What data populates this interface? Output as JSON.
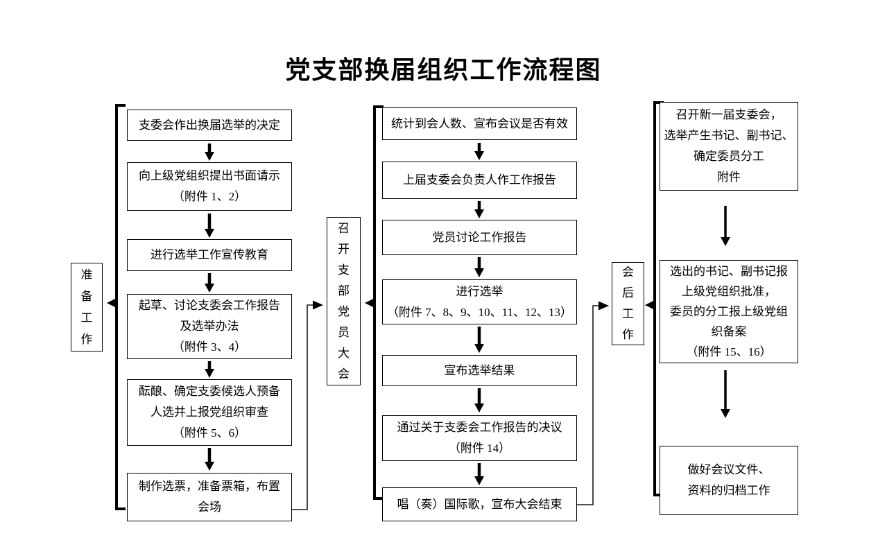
{
  "title": "党支部换届组织工作流程图",
  "colors": {
    "ink": "#000000",
    "background": "#ffffff"
  },
  "stages": {
    "prepare": {
      "label": "准\n备\n工\n作"
    },
    "meeting": {
      "label": "召\n开\n支\n部\n党\n员\n大\n会"
    },
    "after": {
      "label": "会\n后\n工\n作"
    }
  },
  "columns": {
    "prepare_steps": [
      "支委会作出换届选举的决定",
      "向上级党组织提出书面请示\n（附件 1、2）",
      "进行选举工作宣传教育",
      "起草、讨论支委会工作报告\n及选举办法\n（附件 3、4）",
      "酝酿、确定支委候选人预备\n人选并上报党组织审查\n（附件 5、6）",
      "制作选票，准备票箱，布置\n会场"
    ],
    "meeting_steps": [
      "统计到会人数、宣布会议是否有效",
      "上届支委会负责人作工作报告",
      "党员讨论工作报告",
      "进行选举\n（附件 7、8、9、10、11、12、13）",
      "宣布选举结果",
      "通过关于支委会工作报告的决议\n（附件 14）",
      "唱（奏）国际歌，宣布大会结束"
    ],
    "after_steps": [
      "召开新一届支委会，\n选举产生书记、副书记、\n确定委员分工\n附件",
      "选出的书记、副书记报\n上级党组织批准，\n委员的分工报上级党组\n织备案\n（附件 15、16）",
      "做好会议文件、\n资料的归档工作"
    ]
  }
}
